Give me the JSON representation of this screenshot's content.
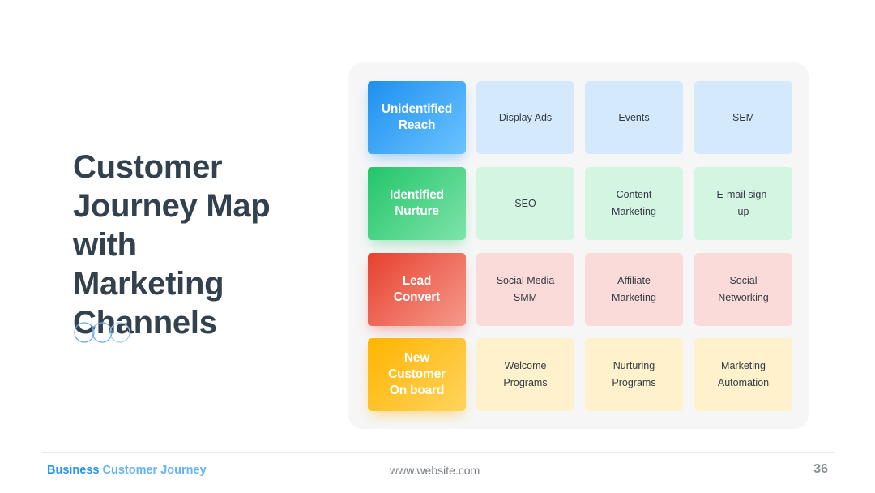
{
  "title": "Customer\nJourney Map\nwith\nMarketing\nChannels",
  "colors": {
    "title": "#33414e",
    "panel": "#f6f6f7",
    "brand_primary": "#2196f3",
    "brand_secondary": "#64b5f6"
  },
  "rows": [
    {
      "stage": "Unidentified\nReach",
      "gradient": [
        "#1e90f0",
        "#6cc3ff"
      ],
      "shadow": "rgba(33,150,243,0.45)",
      "cell_color": "#d4eafc",
      "channels": [
        "Display Ads",
        "Events",
        "SEM"
      ]
    },
    {
      "stage": "Identified\nNurture",
      "gradient": [
        "#22c56a",
        "#7fe3aa"
      ],
      "shadow": "rgba(34,197,106,0.40)",
      "cell_color": "#d5f5e3",
      "channels": [
        "SEO",
        "Content\nMarketing",
        "E-mail sign-\nup"
      ]
    },
    {
      "stage": "Lead\nConvert",
      "gradient": [
        "#e8402e",
        "#f59a8c"
      ],
      "shadow": "rgba(232,64,46,0.40)",
      "cell_color": "#fbdada",
      "channels": [
        "Social Media\nSMM",
        "Affiliate\nMarketing",
        "Social\nNetworking"
      ]
    },
    {
      "stage": "New\nCustomer\nOn board",
      "gradient": [
        "#ffb400",
        "#ffd45e"
      ],
      "shadow": "rgba(255,180,0,0.45)",
      "cell_color": "#fff1cc",
      "channels": [
        "Welcome\nPrograms",
        "Nurturing\nPrograms",
        "Marketing\nAutomation"
      ]
    }
  ],
  "footer": {
    "brand_bold": "Business",
    "brand_light": "Customer Journey",
    "website": "www.website.com",
    "page_number": "36"
  }
}
